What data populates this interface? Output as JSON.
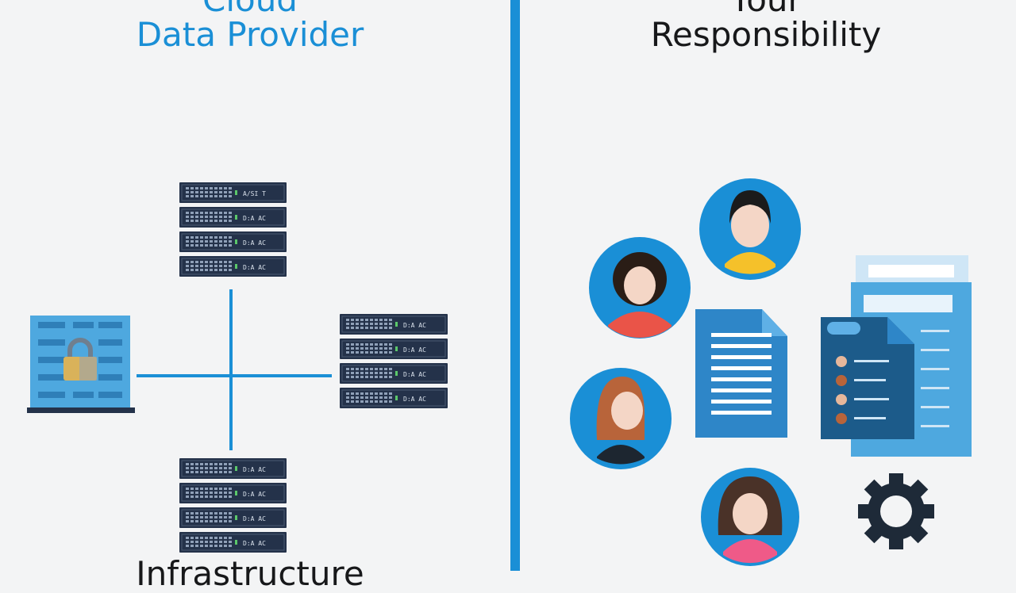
{
  "left_title": {
    "line1": "Cloud",
    "line2": "Data Provider"
  },
  "right_title": {
    "line1": "Your",
    "line2": "Responsibility"
  },
  "bottom_title": "Infrastructure",
  "server_labels": {
    "top": [
      "A/SI T",
      "D:A AC",
      "D:A AC",
      "D:A AC"
    ],
    "right": [
      "D:A AC",
      "D:A AC",
      "D:A AC",
      "D:A AC"
    ],
    "bottom": [
      "D:A AC",
      "D:A AC",
      "D:A AC",
      "D:A AC"
    ]
  },
  "colors": {
    "accent": "#1a8fd6",
    "server_dark": "#24324a",
    "locked_server": "#4ea8df",
    "lock": "#d9b25a",
    "gear": "#1e2a38"
  },
  "icons": [
    "lock-icon",
    "gear-icon",
    "document-icon",
    "user-avatar-icon"
  ]
}
